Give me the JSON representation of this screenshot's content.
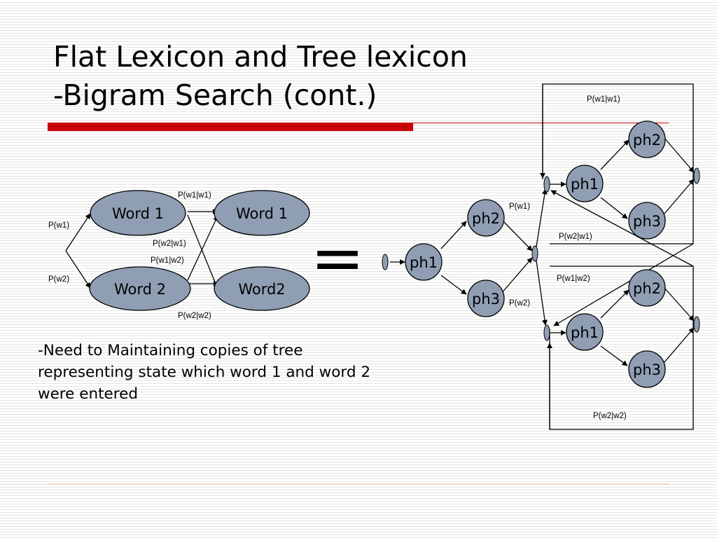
{
  "title": {
    "line1": "Flat Lexicon and Tree lexicon",
    "line2": "-Bigram Search (cont.)"
  },
  "body_text": {
    "line1": "-Need to Maintaining copies of tree",
    "line2": "representing state which word 1 and word 2",
    "line3": "were entered"
  },
  "flat_lexicon": {
    "nodes": {
      "word1_left": "Word 1",
      "word1_right": "Word 1",
      "word2_left": "Word 2",
      "word2_right": "Word2"
    },
    "labels": {
      "p_w1": "P(w1)",
      "p_w2": "P(w2)",
      "p_w1_w1": "P(w1|w1)",
      "p_w2_w1": "P(w2|w1)",
      "p_w1_w2": "P(w1|w2)",
      "p_w2_w2": "P(w2|w2)"
    }
  },
  "equals_sign": "=",
  "tree_lexicon": {
    "first_tree": {
      "root": "ph1",
      "upper": "ph2",
      "lower": "ph3"
    },
    "first_labels": {
      "p_w1": "P(w1)",
      "p_w2": "P(w2)"
    },
    "top_copy": {
      "root": "ph1",
      "upper": "ph2",
      "lower": "ph3"
    },
    "bottom_copy": {
      "root": "ph1",
      "upper": "ph2",
      "lower": "ph3"
    },
    "box_labels": {
      "p_w1_w1": "P(w1|w1)",
      "p_w2_w1": "P(w2|w1)",
      "p_w1_w2": "P(w1|w2)",
      "p_w2_w2": "P(w2|w2)"
    }
  }
}
